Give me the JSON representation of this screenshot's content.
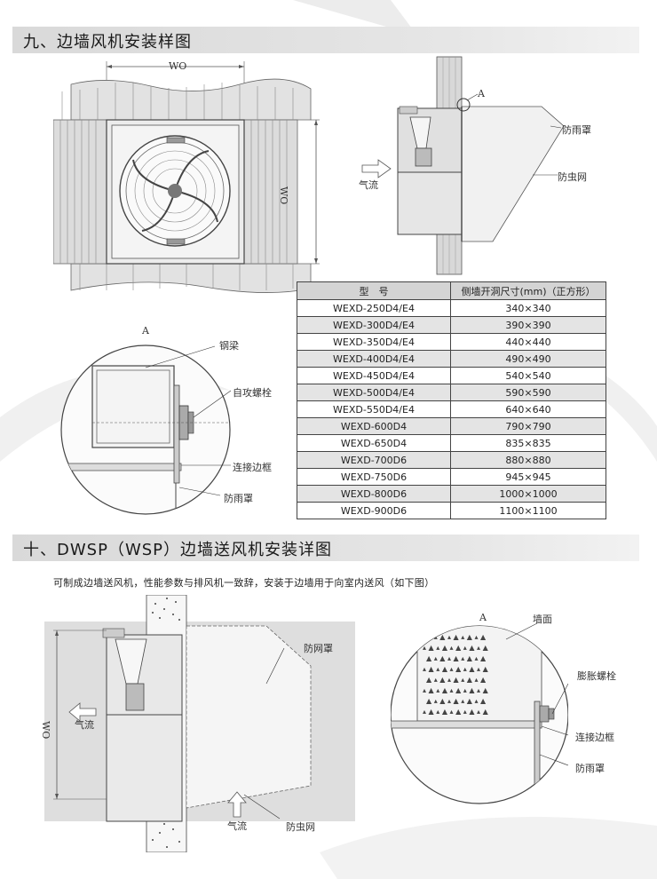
{
  "section9": {
    "title": "九、边墙风机安装样图",
    "front_view": {
      "width_label": "WO",
      "height_label": "WO"
    },
    "side_view": {
      "detail_marker": "A",
      "labels": {
        "rain_hood": "防雨罩",
        "insect_net": "防虫网",
        "airflow": "气流"
      }
    },
    "detail_a": {
      "marker": "A",
      "labels": {
        "steel_beam": "钢梁",
        "self_tapping_bolt": "自攻螺栓",
        "connecting_frame": "连接边框",
        "rain_hood": "防雨罩"
      }
    },
    "table": {
      "headers": [
        "型　号",
        "侧墙开洞尺寸(mm)（正方形）"
      ],
      "rows": [
        [
          "WEXD-250D4/E4",
          "340×340"
        ],
        [
          "WEXD-300D4/E4",
          "390×390"
        ],
        [
          "WEXD-350D4/E4",
          "440×440"
        ],
        [
          "WEXD-400D4/E4",
          "490×490"
        ],
        [
          "WEXD-450D4/E4",
          "540×540"
        ],
        [
          "WEXD-500D4/E4",
          "590×590"
        ],
        [
          "WEXD-550D4/E4",
          "640×640"
        ],
        [
          "WEXD-600D4",
          "790×790"
        ],
        [
          "WEXD-650D4",
          "835×835"
        ],
        [
          "WEXD-700D6",
          "880×880"
        ],
        [
          "WEXD-750D6",
          "945×945"
        ],
        [
          "WEXD-800D6",
          "1000×1000"
        ],
        [
          "WEXD-900D6",
          "1100×1100"
        ]
      ]
    }
  },
  "section10": {
    "title": "十、DWSP（WSP）边墙送风机安装详图",
    "description": "可制成边墙送风机，性能参数与排风机一致辞，安装于边墙用于向室内送风（如下图）",
    "side_view": {
      "height_label": "WO",
      "labels": {
        "net_hood": "防网罩",
        "airflow_left": "气流",
        "airflow_bottom": "气流",
        "insect_net": "防虫网"
      }
    },
    "detail_a": {
      "marker": "A",
      "labels": {
        "wall": "墙面",
        "expansion_bolt": "膨胀螺栓",
        "connecting_frame": "连接边框",
        "rain_hood": "防雨罩"
      }
    }
  }
}
